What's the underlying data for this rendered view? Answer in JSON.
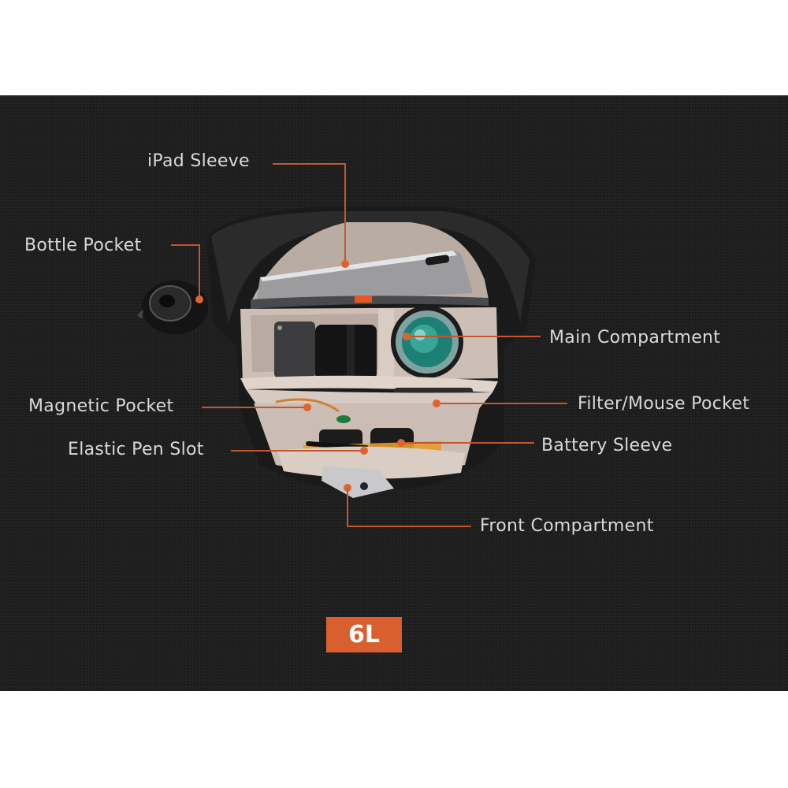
{
  "product": {
    "capacity_badge": "6L",
    "accent_color": "#d9602e",
    "background_color": "#1e1e1e"
  },
  "callouts": [
    {
      "label": "iPad Sleeve"
    },
    {
      "label": "Bottle Pocket"
    },
    {
      "label": "Main Compartment"
    },
    {
      "label": "Magnetic Pocket"
    },
    {
      "label": "Filter/Mouse Pocket"
    },
    {
      "label": "Elastic Pen Slot"
    },
    {
      "label": "Battery Sleeve"
    },
    {
      "label": "Front Compartment"
    }
  ]
}
